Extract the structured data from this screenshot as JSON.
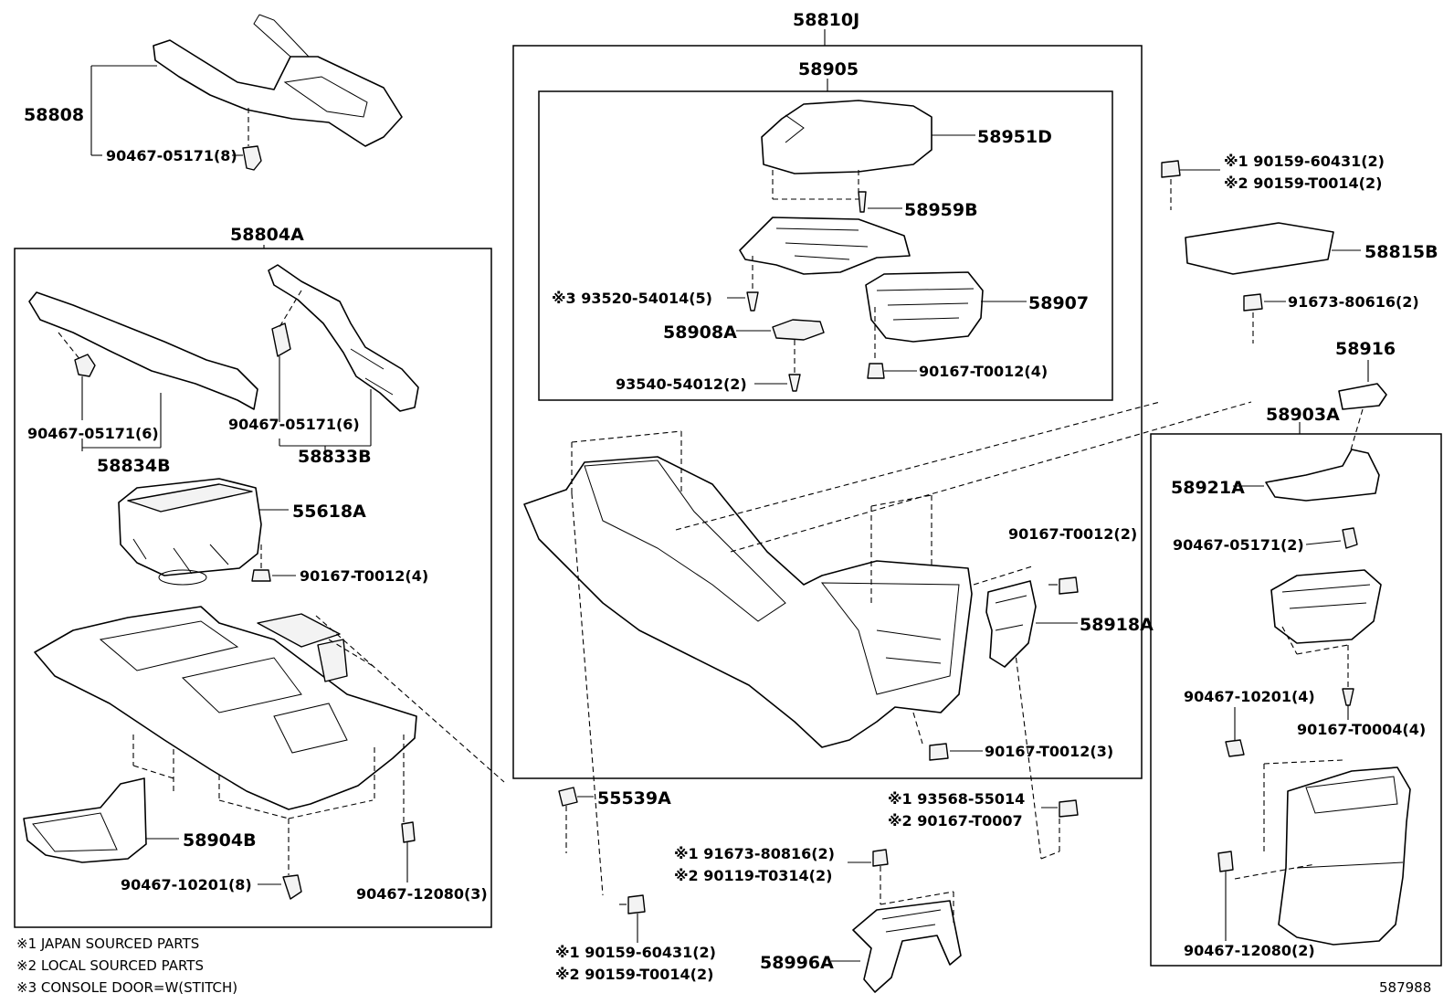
{
  "labels": {
    "l58808": "58808",
    "l90467_05171_8": "90467-05171(8)",
    "l58804A": "58804A",
    "l90467_05171_6a": "90467-05171(6)",
    "l90467_05171_6b": "90467-05171(6)",
    "l58834B": "58834B",
    "l58833B": "58833B",
    "l55618A": "55618A",
    "l90167_T0012_4a": "90167-T0012(4)",
    "l58904B": "58904B",
    "l90467_10201_8": "90467-10201(8)",
    "l90467_12080_3": "90467-12080(3)",
    "l58810J": "58810J",
    "l58905": "58905",
    "l58951D": "58951D",
    "l58959B": "58959B",
    "l93520": "※3 93520-54014(5)",
    "l58907": "58907",
    "l58908A": "58908A",
    "l93540": "93540-54012(2)",
    "l90167_T0012_4b": "90167-T0012(4)",
    "l90167_T0012_2": "90167-T0012(2)",
    "l58918A": "58918A",
    "l90167_T0012_3": "90167-T0012(3)",
    "l55539A": "55539A",
    "l93568": "※1 93568-55014",
    "l90167_T0007": "※2 90167-T0007",
    "l91673_80816": "※1 91673-80816(2)",
    "l90119_T0314": "※2 90119-T0314(2)",
    "l58996A": "58996A",
    "l90159_60431_b": "※1 90159-60431(2)",
    "l90159_T0014_b": "※2 90159-T0014(2)",
    "l90159_60431_a": "※1 90159-60431(2)",
    "l90159_T0014_a": "※2 90159-T0014(2)",
    "l58815B": "58815B",
    "l91673_80616": "91673-80616(2)",
    "l58916": "58916",
    "l58903A": "58903A",
    "l58921A": "58921A",
    "l90467_05171_2": "90467-05171(2)",
    "l90467_10201_4": "90467-10201(4)",
    "l90167_T0004_4": "90167-T0004(4)",
    "l90467_12080_2": "90467-12080(2)"
  },
  "legend": {
    "note1": "※1 JAPAN SOURCED PARTS",
    "note2": "※2 LOCAL SOURCED PARTS",
    "note3": "※3 CONSOLE DOOR=W(STITCH)"
  },
  "figure_id": "587988"
}
